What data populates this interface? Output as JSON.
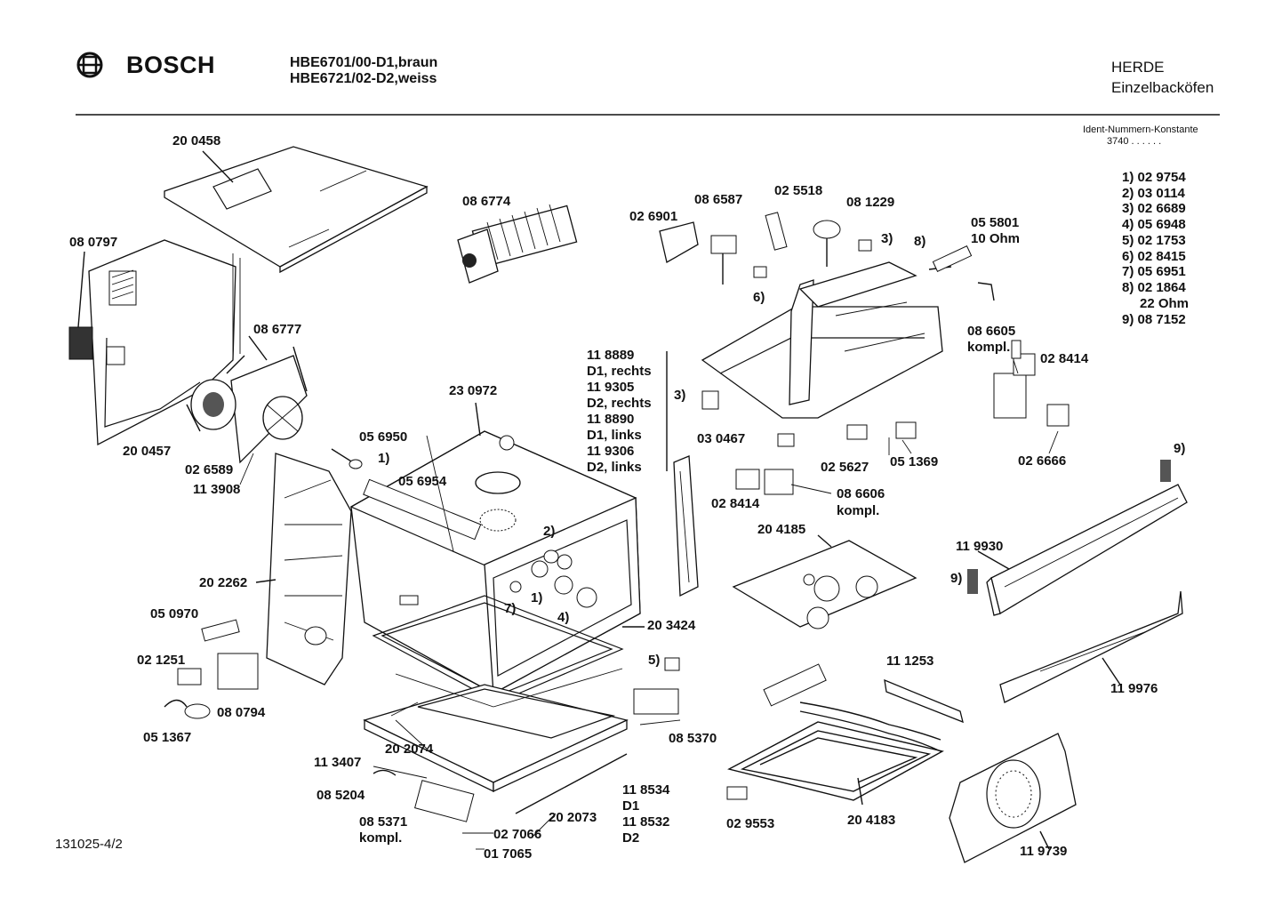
{
  "header": {
    "brand": "BOSCH",
    "model_line_1": "HBE6701/00-D1,braun",
    "model_line_2": "HBE6721/02-D2,weiss",
    "category_line_1": "HERDE",
    "category_line_2": "Einzelbacköfen",
    "ident_label": "Ident-Nummern-Konstante",
    "ident_value": "3740  . .   . . . .",
    "document_number": "131025-4/2"
  },
  "footnotes": [
    "1) 02 9754",
    "2) 03 0114",
    "3) 02 6689",
    "4) 05 6948",
    "5) 02 1753",
    "6) 02 8415",
    "7) 05 6951",
    "8) 02 1864",
    "22 Ohm",
    "9) 08 7152"
  ],
  "part_labels": [
    "20 0458",
    "08 0797",
    "08 6774",
    "08 6587",
    "02 5518",
    "08 1229",
    "02 6901",
    "3)",
    "8)",
    "05 5801",
    "10 Ohm",
    "6)",
    "08 6777",
    "11 8889",
    "D1, rechts",
    "11 9305",
    "D2, rechts",
    "11 8890",
    "D1, links",
    "11 9306",
    "D2, links",
    "08 6605",
    "kompl.",
    "02 8414",
    "23 0972",
    "3)",
    "20 0457",
    "02 6589",
    "05 6950",
    "1)",
    "03 0467",
    "02 5627",
    "05 1369",
    "02 6666",
    "11 3908",
    "05 6954",
    "08 6606",
    "kompl.",
    "02 8414",
    "9)",
    "20 4185",
    "2)",
    "11 9930",
    "20 2262",
    "9)",
    "7)",
    "1)",
    "4)",
    "05 0970",
    "20 3424",
    "02 1251",
    "5)",
    "11 1253",
    "08 0794",
    "11 9976",
    "05 1367",
    "08 5370",
    "20 2074",
    "11 3407",
    "08 5204",
    "11 8534",
    "D1",
    "20 2073",
    "08 5371",
    "kompl.",
    "11 8532",
    "D2",
    "02 9553",
    "20 4183",
    "02 7066",
    "01 7065",
    "11 9739"
  ]
}
